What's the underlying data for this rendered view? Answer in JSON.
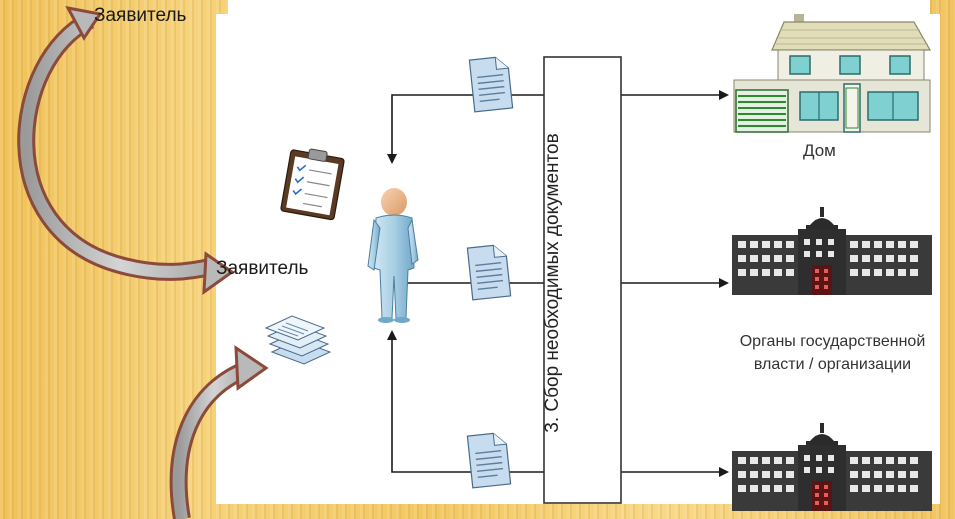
{
  "labels": {
    "applicant_top": "Заявитель",
    "applicant_middle": "Заявитель",
    "house": "Дом",
    "organizations": "Органы государственной власти / организации",
    "collection_step": "3. Сбор необходимых документов"
  },
  "icons": {
    "curved_arrow_top": "curved-arrow-icon",
    "curved_arrow_bottom": "curved-arrow-icon",
    "person": "person-icon",
    "clipboard": "clipboard-checklist-icon",
    "papers_stack": "papers-stack-icon",
    "document": "document-icon",
    "house": "house-icon",
    "government_building": "government-building-icon"
  },
  "colors": {
    "background": "#f3c862",
    "curved_arrow_fill": "#b9b9b9",
    "curved_arrow_outline": "#8b4a3a",
    "person_fill": "#a9cfe4",
    "person_head": "#f2b98c",
    "document_fill": "#c7dcef",
    "building_fill": "#3a3a3a",
    "house_wall": "#e6e6d8",
    "house_roof": "#e0ddb8",
    "house_window": "#7fd0d0",
    "connector_line": "#1a1a1a"
  }
}
